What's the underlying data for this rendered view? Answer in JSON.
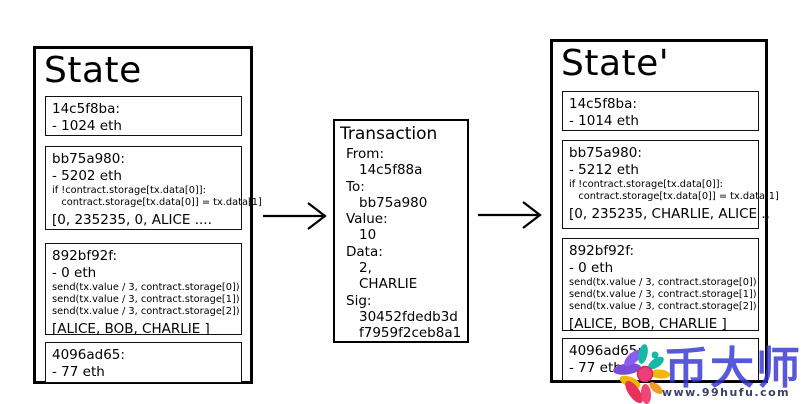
{
  "diagram": {
    "state_before": {
      "title": "State",
      "accounts": [
        {
          "address": "14c5f8ba:",
          "balance": "- 1024 eth"
        },
        {
          "address": "bb75a980:",
          "balance": "- 5202 eth",
          "code": [
            "if !contract.storage[tx.data[0]]:",
            "   contract.storage[tx.data[0]] = tx.data[1]"
          ],
          "storage": "[0, 235235, 0, ALICE ...."
        },
        {
          "address": "892bf92f:",
          "balance": "- 0 eth",
          "code": [
            "send(tx.value / 3, contract.storage[0])",
            "send(tx.value / 3, contract.storage[1])",
            "send(tx.value / 3, contract.storage[2])"
          ],
          "storage": "[ALICE, BOB, CHARLIE ]"
        },
        {
          "address": "4096ad65:",
          "balance": "- 77 eth"
        }
      ]
    },
    "transaction": {
      "title": "Transaction",
      "fields": [
        {
          "label": "From:",
          "value_lines": [
            "14c5f88a"
          ]
        },
        {
          "label": "To:",
          "value_lines": [
            "bb75a980"
          ]
        },
        {
          "label": "Value:",
          "value_lines": [
            "10"
          ]
        },
        {
          "label": "Data:",
          "value_lines": [
            "2,",
            "CHARLIE"
          ]
        },
        {
          "label": "Sig:",
          "value_lines": [
            "30452fdedb3d",
            "f7959f2ceb8a1"
          ]
        }
      ]
    },
    "state_after": {
      "title": "State'",
      "accounts": [
        {
          "address": "14c5f8ba:",
          "balance": "- 1014 eth"
        },
        {
          "address": "bb75a980:",
          "balance": "- 5212 eth",
          "code": [
            "if !contract.storage[tx.data[0]]:",
            "   contract.storage[tx.data[0]] = tx.data[1]"
          ],
          "storage": "[0, 235235, CHARLIE, ALICE .."
        },
        {
          "address": "892bf92f:",
          "balance": "- 0 eth",
          "code": [
            "send(tx.value / 3, contract.storage[0])",
            "send(tx.value / 3, contract.storage[1])",
            "send(tx.value / 3, contract.storage[2])"
          ],
          "storage": "[ALICE, BOB, CHARLIE ]"
        },
        {
          "address": "4096ad65:",
          "balance": "- 77 eth"
        }
      ]
    }
  },
  "watermark": {
    "brand_text": "币大师",
    "url_text": "www.99hufu.com",
    "brand_color": "#3333d6",
    "url_color": "#3a4166",
    "flower_colors": {
      "purple": "#7a4fd6",
      "teal": "#17b8a6",
      "yellow": "#f2b705",
      "crimson": "#e8315b",
      "orange": "#f59a23",
      "center": "#ee3d77"
    }
  }
}
